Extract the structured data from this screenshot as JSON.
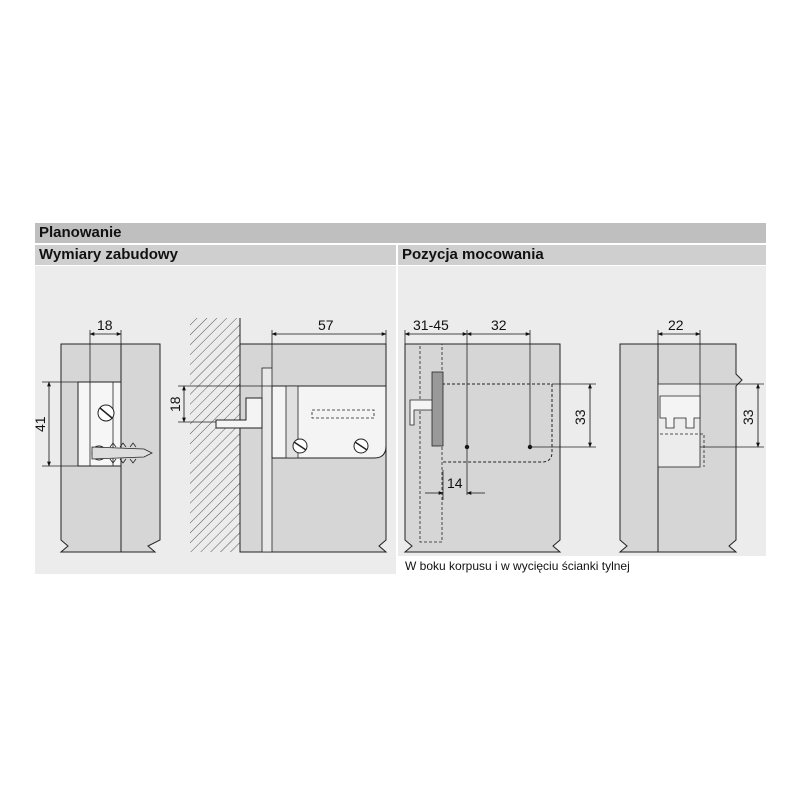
{
  "header": {
    "title": "Planowanie",
    "left_section": "Wymiary zabudowy",
    "right_section": "Pozycja mocowania"
  },
  "dimensions": {
    "left_width": "18",
    "left_height": "41",
    "mid_width": "57",
    "mid_height": "18",
    "right_offset": "31-45",
    "right_spacing": "32",
    "right_height": "33",
    "right_small": "14",
    "far_width": "22",
    "far_height": "33"
  },
  "caption": "W boku korpusu i w wycięciu ścianki tylnej",
  "colors": {
    "panel_board": "#d6d6d6",
    "bracket": "#f4f4f4",
    "band_title": "#bfbfbf",
    "band_section": "#cfcfcf"
  }
}
